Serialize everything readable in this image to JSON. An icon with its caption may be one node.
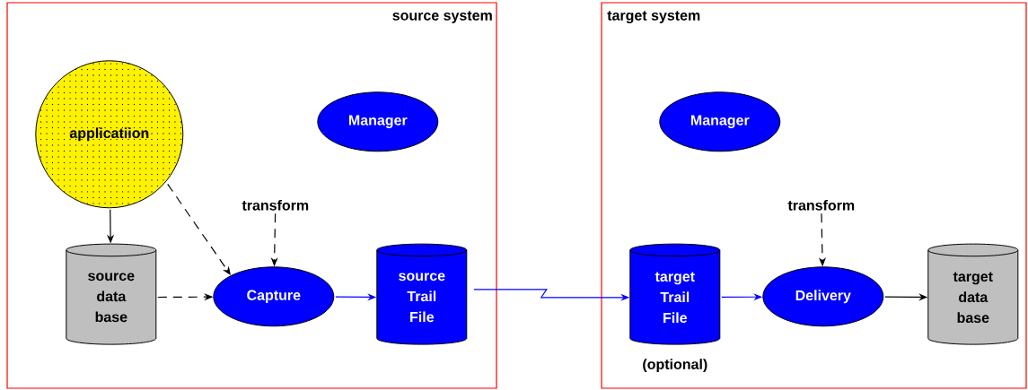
{
  "diagram": {
    "nodes": [
      {
        "text": [
          "source system"
        ]
      },
      {
        "text": [
          "applicatiion"
        ],
        "in": 0
      },
      {
        "text": [
          "Manager"
        ],
        "in": 0
      },
      {
        "text": [
          "transform"
        ],
        "in": 0
      },
      {
        "text": [
          "source data base"
        ],
        "in": 0
      },
      {
        "text": [
          "Capture"
        ],
        "in": 0
      },
      {
        "text": [
          "source Trail File"
        ],
        "in": 0
      },
      {
        "text": [
          "target system"
        ]
      },
      {
        "text": [
          "Manager"
        ],
        "in": 7
      },
      {
        "text": [
          "transform"
        ],
        "in": 7
      },
      {
        "text": [
          "target Trail File"
        ],
        "in": 7,
        "beside": [
          "(optional)"
        ]
      },
      {
        "text": [
          "Delivery"
        ],
        "in": 7
      },
      {
        "text": [
          "target data base"
        ],
        "in": 7
      }
    ],
    "edges": [
      {
        "from": 1,
        "to": 4,
        "arrow": "to"
      },
      {
        "from": 1,
        "to": 5,
        "arrow": "to",
        "style": "dashed"
      },
      {
        "from": 3,
        "to": 5,
        "arrow": "to",
        "style": "dashed"
      },
      {
        "from": 4,
        "to": 5,
        "arrow": "to",
        "style": "dashed"
      },
      {
        "from": 5,
        "to": 6,
        "arrow": "to",
        "color": "#0000ff"
      },
      {
        "from": 6,
        "to": 10,
        "arrow": "to",
        "color": "#0000ff"
      },
      {
        "from": 10,
        "to": 11,
        "arrow": "to",
        "color": "#0000ff"
      },
      {
        "from": 9,
        "to": 11,
        "arrow": "to",
        "style": "dashed"
      },
      {
        "from": 11,
        "to": 12,
        "arrow": "to"
      }
    ]
  }
}
